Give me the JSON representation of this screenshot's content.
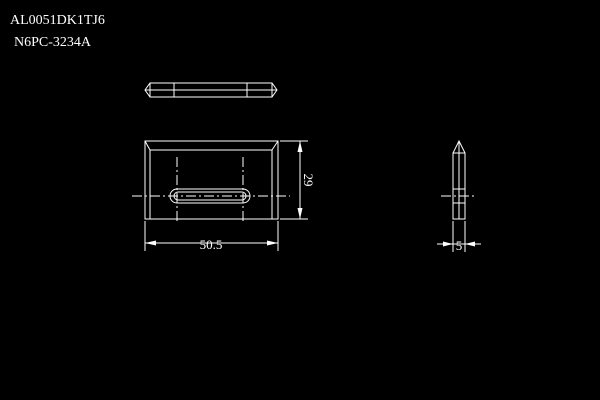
{
  "title_block": {
    "part_code": "AL0051DK1TJ6",
    "model_code": "N6PC-3234A"
  },
  "dimensions": {
    "length": "50.5",
    "height": "29",
    "thickness": "5"
  }
}
